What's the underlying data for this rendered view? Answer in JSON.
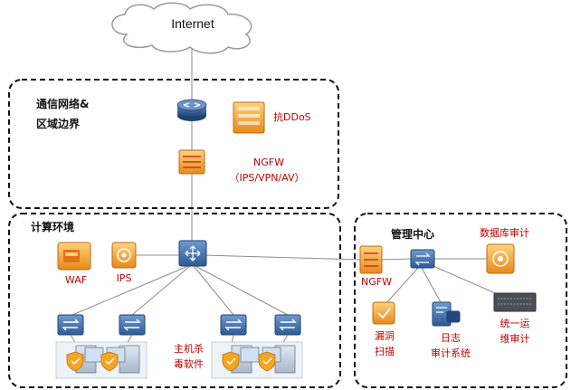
{
  "internet": {
    "label": "Internet"
  },
  "zones": {
    "border": {
      "title_line1": "通信网络&",
      "title_line2": "区域边界"
    },
    "compute": {
      "title": "计算环境"
    },
    "management": {
      "title": "管理中心"
    }
  },
  "devices": {
    "ddos": {
      "label": "抗DDoS"
    },
    "ngfw_border": {
      "label_line1": "NGFW",
      "label_line2": "（IPS/VPN/AV）"
    },
    "waf": {
      "label": "WAF"
    },
    "ips": {
      "label": "IPS"
    },
    "host_av": {
      "label_line1": "主机杀",
      "label_line2": "毒软件"
    },
    "ngfw_mgmt": {
      "label": "NGFW"
    },
    "db_audit": {
      "label": "数据库审计"
    },
    "vuln_scan": {
      "label_line1": "漏洞",
      "label_line2": "扫描"
    },
    "log_audit": {
      "label_line1": "日志",
      "label_line2": "审计系统"
    },
    "ops_audit": {
      "label_line1": "统一运",
      "label_line2": "维审计"
    }
  },
  "colors": {
    "label_red": "#c00000",
    "switch_blue": "#3f6fa8",
    "router_blue": "#2f5f9a",
    "appliance_orange": "#f5a623",
    "appliance_dark_orange": "#d9781e",
    "line_gray": "#8c8c8c"
  }
}
